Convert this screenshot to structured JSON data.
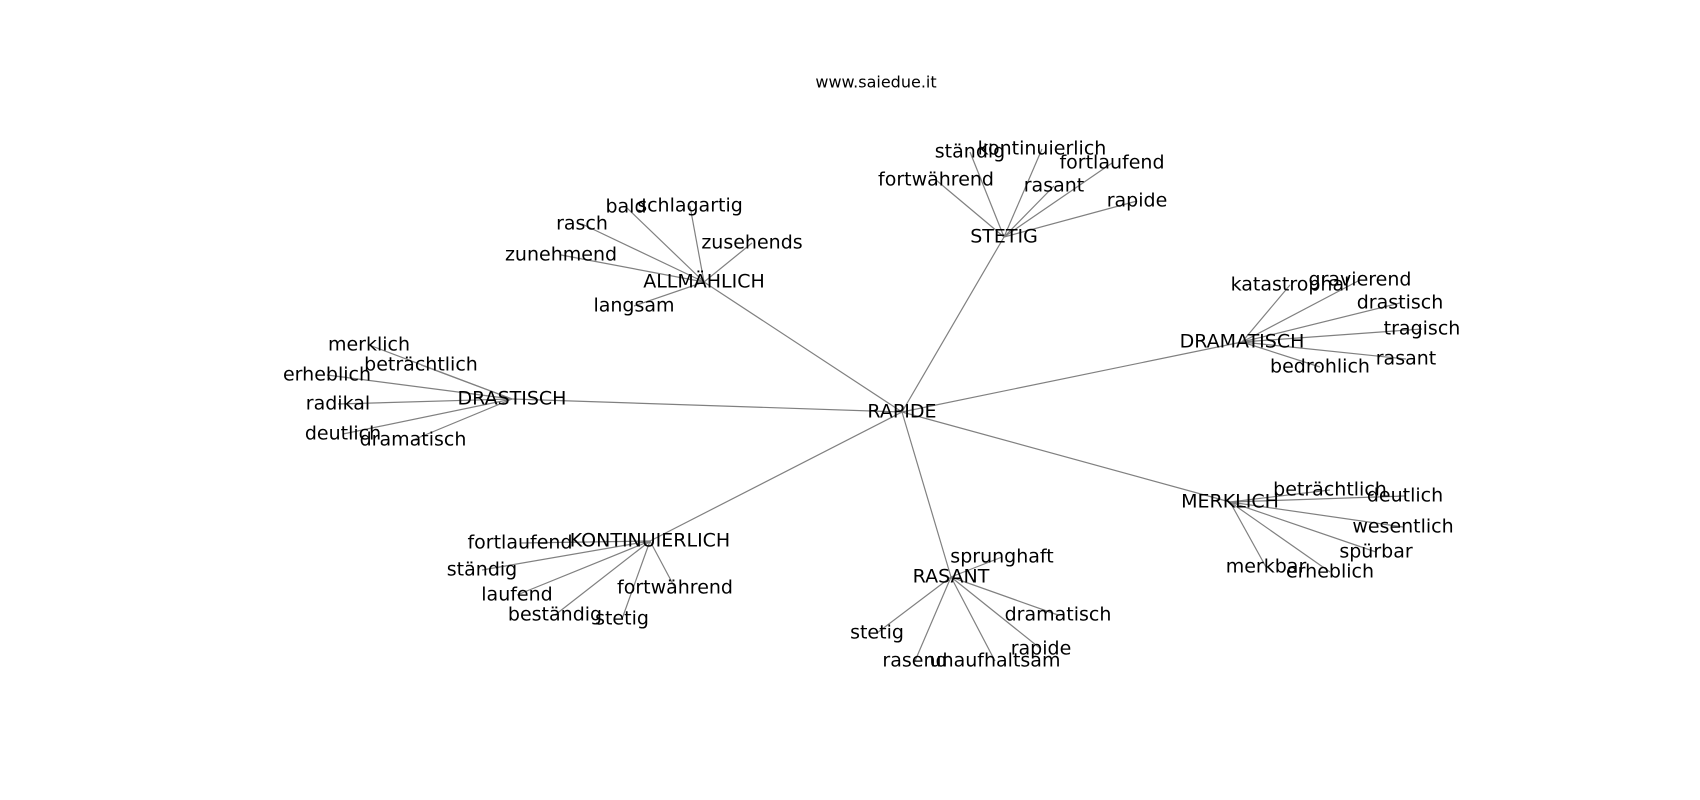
{
  "watermark": "www.saiedue.it",
  "colors": {
    "edge": "#808080",
    "text": "#000000",
    "background": "#ffffff"
  },
  "graph": {
    "center": "RAPIDE",
    "hubs": [
      {
        "label": "ALLMÄHLICH",
        "leaves": [
          "bald",
          "schlagartig",
          "rasch",
          "zusehends",
          "zunehmend",
          "langsam"
        ]
      },
      {
        "label": "STETIG",
        "leaves": [
          "ständig",
          "kontinuierlich",
          "fortlaufend",
          "fortwährend",
          "rasant",
          "rapide"
        ]
      },
      {
        "label": "DRAMATISCH",
        "leaves": [
          "katastrophal",
          "gravierend",
          "drastisch",
          "tragisch",
          "rasant",
          "bedrohlich"
        ]
      },
      {
        "label": "DRASTISCH",
        "leaves": [
          "merklich",
          "beträchtlich",
          "erheblich",
          "radikal",
          "deutlich",
          "dramatisch"
        ]
      },
      {
        "label": "MERKLICH",
        "leaves": [
          "beträchtlich",
          "deutlich",
          "wesentlich",
          "spürbar",
          "merkbar",
          "erheblich"
        ]
      },
      {
        "label": "KONTINUIERLICH",
        "leaves": [
          "fortlaufend",
          "ständig",
          "laufend",
          "beständig",
          "stetig",
          "fortwährend"
        ]
      },
      {
        "label": "RASANT",
        "leaves": [
          "sprunghaft",
          "dramatisch",
          "stetig",
          "rasend",
          "unaufhaltsam",
          "rapide"
        ]
      }
    ]
  }
}
